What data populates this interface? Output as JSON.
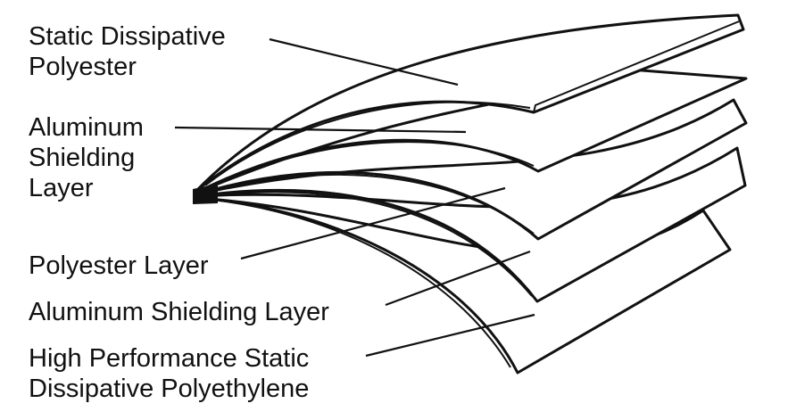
{
  "diagram": {
    "labels": {
      "static_dissipative_polyester": [
        "Static Dissipative",
        "Polyester"
      ],
      "aluminum_shielding_layer_top": [
        "Aluminum",
        "Shielding",
        "Layer"
      ],
      "polyester_layer": [
        "Polyester Layer"
      ],
      "aluminum_shielding_layer_bottom": [
        "Aluminum Shielding Layer"
      ],
      "high_performance_polyethylene": [
        "High Performance Static",
        "Dissipative Polyethylene"
      ]
    },
    "colors": {
      "line": "#111111",
      "background": "#ffffff"
    }
  }
}
